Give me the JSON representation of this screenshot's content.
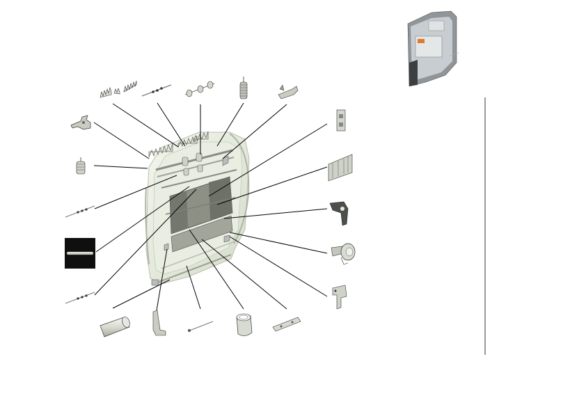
{
  "figure": {
    "kind": "exploded parts diagram",
    "callout_count": 23,
    "colors": {
      "line": "#000000",
      "part_light": "#e9ebe3",
      "part_shadow": "#bfc2b8",
      "frame": "#dfe6d6",
      "dark_panel": "#111111"
    }
  },
  "locator": {
    "icon": "printer-unit-locator-icon",
    "colors": {
      "body": "#9aa0a3",
      "front": "#c9cfd1",
      "accent": "#e07a2a"
    }
  },
  "parts": [
    {
      "id": "p01",
      "icon": "hinge-lever-icon"
    },
    {
      "id": "p02",
      "icon": "comb-guide-strip-icon"
    },
    {
      "id": "p03",
      "icon": "roller-shaft-icon"
    },
    {
      "id": "p04",
      "icon": "pickup-rollers-icon"
    },
    {
      "id": "p05",
      "icon": "extension-spring-icon"
    },
    {
      "id": "p06",
      "icon": "lever-arm-icon"
    },
    {
      "id": "p07",
      "icon": "compression-spring-icon"
    },
    {
      "id": "p08",
      "icon": "thin-shaft-icon"
    },
    {
      "id": "p09",
      "icon": "long-roller-black-panel-icon"
    },
    {
      "id": "p10",
      "icon": "thin-shaft-lower-icon"
    },
    {
      "id": "p11",
      "icon": "sleeve-tube-icon"
    },
    {
      "id": "p12",
      "icon": "bracket-strip-icon"
    },
    {
      "id": "p13",
      "icon": "pin-rod-icon"
    },
    {
      "id": "p14",
      "icon": "ring-collar-icon"
    },
    {
      "id": "p15",
      "icon": "flat-plate-icon"
    },
    {
      "id": "p16",
      "icon": "clip-small-icon"
    },
    {
      "id": "p17",
      "icon": "guide-rack-icon"
    },
    {
      "id": "p18",
      "icon": "mount-bracket-icon"
    },
    {
      "id": "p19",
      "icon": "knob-screw-icon"
    },
    {
      "id": "p20",
      "icon": "corner-bracket-icon"
    }
  ]
}
